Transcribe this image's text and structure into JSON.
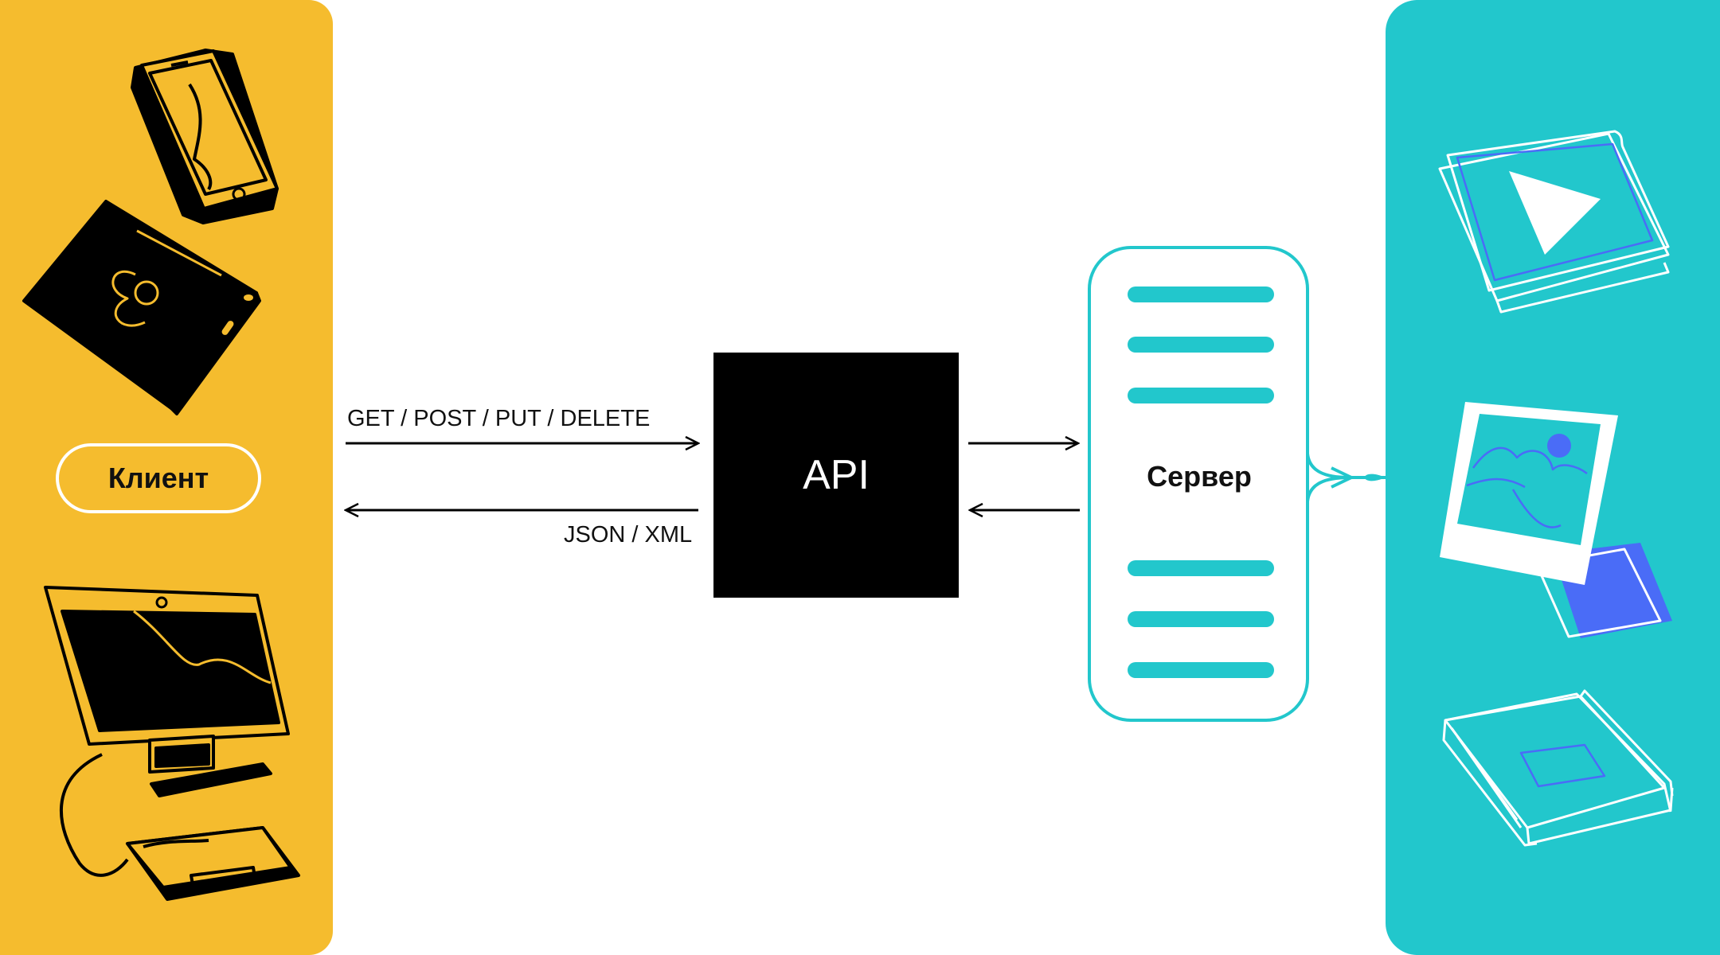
{
  "client": {
    "label": "Клиент"
  },
  "api": {
    "label": "API"
  },
  "server": {
    "label": "Сервер"
  },
  "request": {
    "label": "GET / POST / PUT / DELETE"
  },
  "response": {
    "label": "JSON / XML"
  },
  "icons": [
    "smartphone-icon",
    "tablet-icon",
    "desktop-computer-icon",
    "video-file-icon",
    "image-file-icon",
    "book-icon"
  ],
  "colors": {
    "client_panel": "#F5BC2E",
    "resources_panel": "#22C7CC",
    "api_box": "#000000",
    "server_accent": "#22C7CC",
    "icon_accent": "#4A6CF7"
  }
}
